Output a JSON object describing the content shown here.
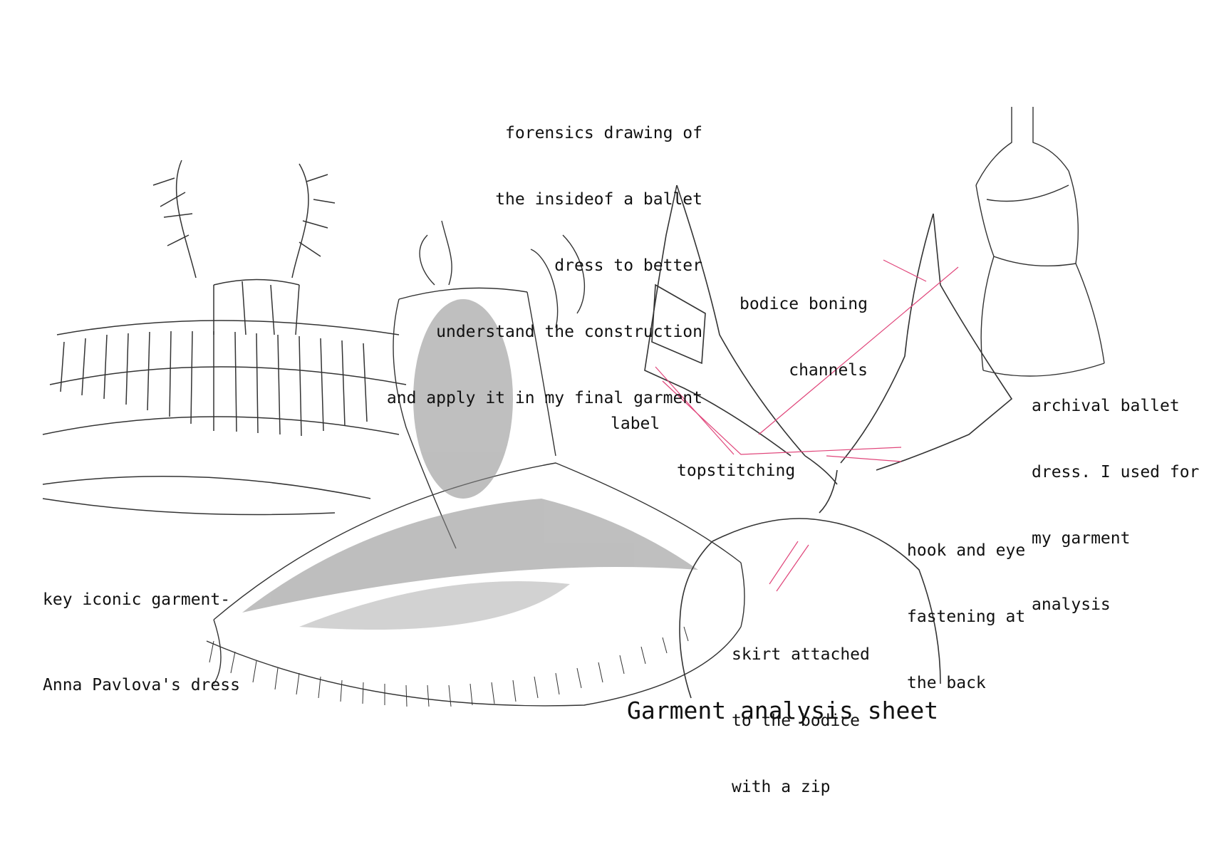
{
  "intro": {
    "lines": [
      "forensics drawing of",
      "the insideof a ballet",
      "dress to better",
      "understand the construction",
      "and apply it in my final garment"
    ]
  },
  "iconic": {
    "lines": [
      "key iconic garment-",
      "Anna Pavlova's dress"
    ]
  },
  "labels": {
    "bodice": [
      "bodice boning",
      "channels"
    ],
    "label": "label",
    "topstitching": "topstitching",
    "hook": [
      "hook and eye",
      "fastening at",
      "the back"
    ],
    "skirt": [
      "skirt attached",
      "to the bodice",
      "with a zip"
    ]
  },
  "archival": {
    "lines": [
      "archival ballet",
      "dress. I used for",
      "my garment",
      "analysis"
    ]
  },
  "title": "Garment analysis sheet",
  "colors": {
    "ink": "#111111",
    "leader": "#e0457a",
    "sketch": "#333333",
    "shade": "#8a8a8a"
  }
}
